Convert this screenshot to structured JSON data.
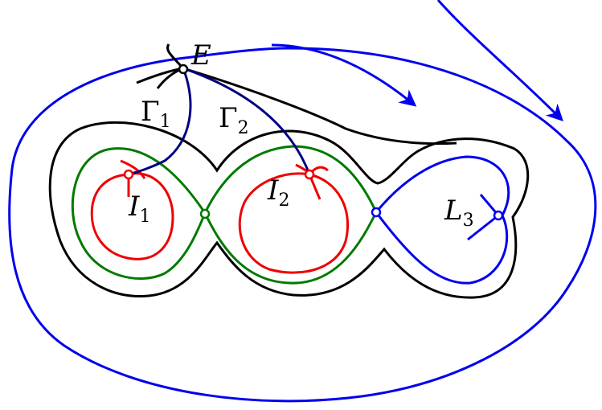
{
  "labels": {
    "E": {
      "main": "E",
      "sub": ""
    },
    "G1": {
      "main": "Γ",
      "sub": "1"
    },
    "G2": {
      "main": "Γ",
      "sub": "2"
    },
    "I1": {
      "main": "I",
      "sub": "1"
    },
    "I2": {
      "main": "I",
      "sub": "2"
    },
    "L3": {
      "main": "L",
      "sub": "3"
    }
  },
  "colors": {
    "outer_orbit": "#0000ee",
    "heteroclinic": "#000080",
    "separatrix_green": "#007a00",
    "limit_cycles": "#ee0000",
    "black_orbits": "#000000",
    "blue_loop": "#0000ee"
  }
}
